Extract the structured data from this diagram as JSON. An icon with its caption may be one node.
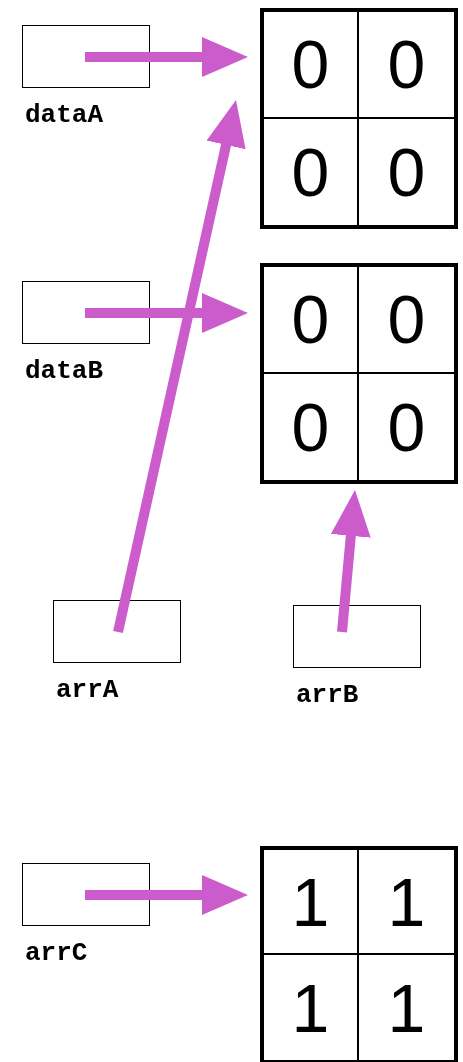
{
  "diagram": {
    "nodes": [
      {
        "text": [
          "dataA"
        ]
      },
      {
        "text": [],
        "shape": "box"
      },
      {
        "text": [
          "0"
        ],
        "in": 1
      },
      {
        "text": [
          "0"
        ],
        "in": 1
      },
      {
        "text": [
          "0"
        ],
        "in": 1
      },
      {
        "text": [
          "0"
        ],
        "in": 1
      },
      {
        "text": [
          "dataB"
        ]
      },
      {
        "text": [],
        "shape": "box"
      },
      {
        "text": [
          "0"
        ],
        "in": 7
      },
      {
        "text": [
          "0"
        ],
        "in": 7
      },
      {
        "text": [
          "0"
        ],
        "in": 7
      },
      {
        "text": [
          "0"
        ],
        "in": 7
      },
      {
        "text": [
          "arrA"
        ]
      },
      {
        "text": [
          "arrB"
        ]
      },
      {
        "text": [
          "arrC"
        ]
      },
      {
        "text": [],
        "shape": "box"
      },
      {
        "text": [
          "1"
        ],
        "in": 15
      },
      {
        "text": [
          "1"
        ],
        "in": 15
      },
      {
        "text": [
          "1"
        ],
        "in": 15
      },
      {
        "text": [
          "1"
        ],
        "in": 15
      }
    ],
    "edges": [
      {
        "from": 0,
        "to": 1,
        "arrow": "to"
      },
      {
        "from": 6,
        "to": 7,
        "arrow": "to"
      },
      {
        "from": 12,
        "to": 1,
        "arrow": "to"
      },
      {
        "from": 13,
        "to": 7,
        "arrow": "to"
      },
      {
        "from": 14,
        "to": 15,
        "arrow": "to"
      }
    ]
  }
}
